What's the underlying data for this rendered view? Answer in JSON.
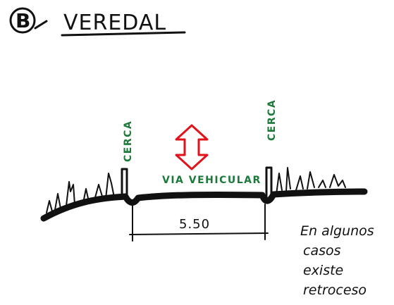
{
  "section": {
    "letter": "B",
    "title": "VEREDAL"
  },
  "labels": {
    "fence_left": "CERCA",
    "fence_right": "CERCA",
    "road": "VIA VEHICULAR",
    "dimension": "5.50"
  },
  "note": {
    "lines": [
      "En algunos",
      "casos",
      "existe",
      "retroceso"
    ]
  },
  "colors": {
    "ink": "#111111",
    "label": "#1b7a3a",
    "arrow": "#e0121b"
  }
}
